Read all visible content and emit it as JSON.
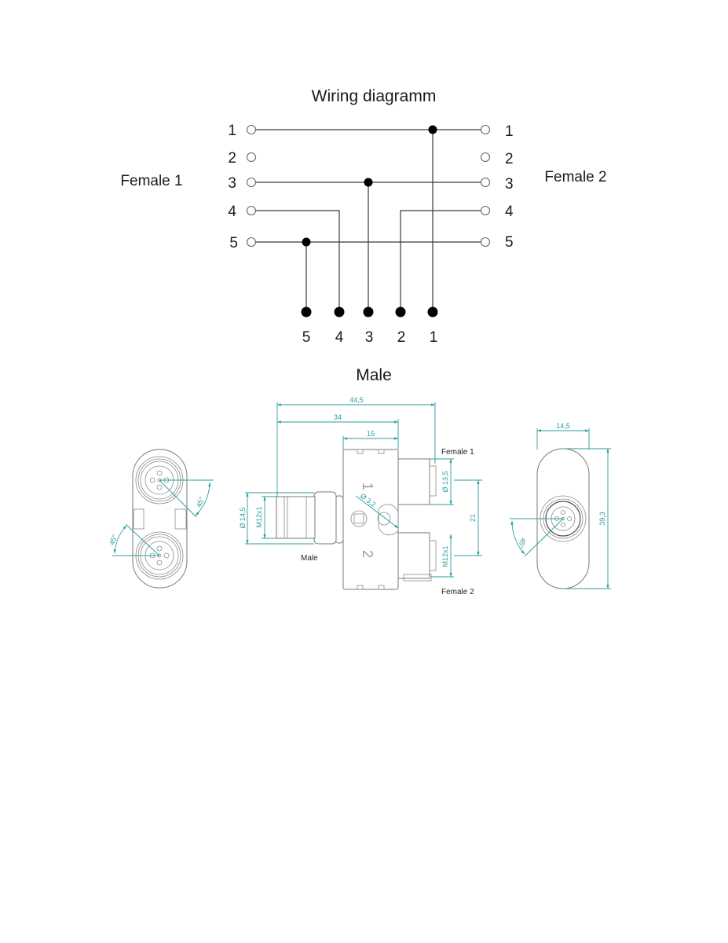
{
  "wiring": {
    "title": "Wiring diagramm",
    "female1_label": "Female 1",
    "female2_label": "Female 2",
    "male_label": "Male",
    "female1_pins": [
      "1",
      "2",
      "3",
      "4",
      "5"
    ],
    "female2_pins": [
      "1",
      "2",
      "3",
      "4",
      "5"
    ],
    "male_pins": [
      "5",
      "4",
      "3",
      "2",
      "1"
    ],
    "connections": [
      {
        "male_pin": "1",
        "female1_pin": "1",
        "female2_pin": "1"
      },
      {
        "male_pin": "2",
        "female1_pin": null,
        "female2_pin": "4"
      },
      {
        "male_pin": "3",
        "female1_pin": "3",
        "female2_pin": "3"
      },
      {
        "male_pin": "4",
        "female1_pin": "4",
        "female2_pin": null
      },
      {
        "male_pin": "5",
        "female1_pin": "5",
        "female2_pin": "5"
      }
    ],
    "unconnected": [
      "Female 1 pin 2",
      "Female 2 pin 2"
    ]
  },
  "drawing": {
    "accent_color": "#2a9d9d",
    "side_view": {
      "dim_overall_length": "44,5",
      "dim_body_to_male": "34",
      "dim_body_width": "15",
      "dim_female_dia": "Ø 13,5",
      "dim_pitch": "21",
      "dim_female_thread": "M12x1",
      "dim_male_dia": "Ø 14,5",
      "dim_male_thread": "M12x1",
      "dim_hole_dia": "Ø 3,2",
      "port1_mark": "1",
      "port2_mark": "2",
      "callout_female1": "Female 1",
      "callout_female2": "Female 2",
      "callout_male": "Male"
    },
    "front_view": {
      "angle_top": "45°",
      "angle_bottom": "45°"
    },
    "end_view": {
      "dim_width": "14,5",
      "dim_height": "39,3",
      "angle": "45°"
    }
  }
}
